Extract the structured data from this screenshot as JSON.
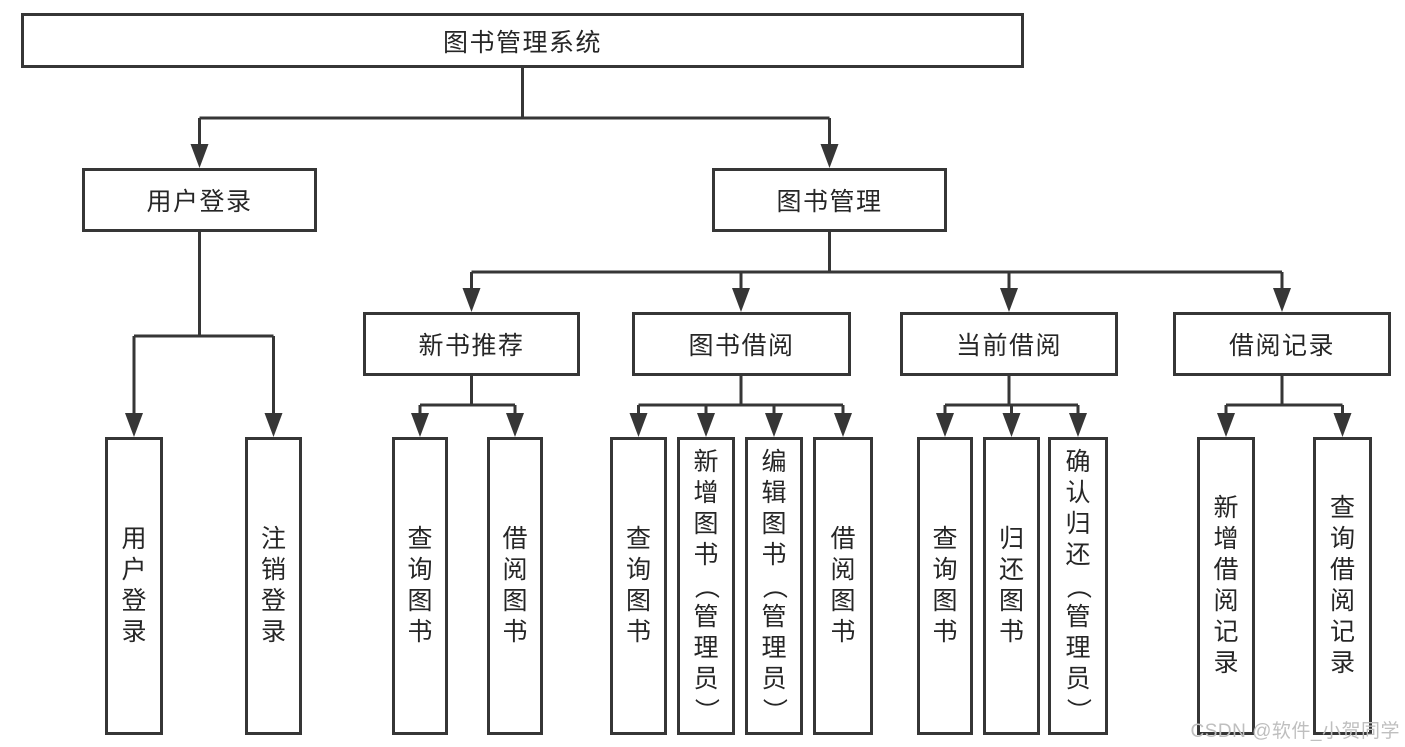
{
  "tree": {
    "label": "图书管理系统",
    "children": [
      {
        "label": "用户登录",
        "children": [
          {
            "label": "用户登录"
          },
          {
            "label": "注销登录"
          }
        ]
      },
      {
        "label": "图书管理",
        "children": [
          {
            "label": "新书推荐",
            "children": [
              {
                "label": "查询图书"
              },
              {
                "label": "借阅图书"
              }
            ]
          },
          {
            "label": "图书借阅",
            "children": [
              {
                "label": "查询图书"
              },
              {
                "label": "新增图书（管理员）"
              },
              {
                "label": "编辑图书（管理员）"
              },
              {
                "label": "借阅图书"
              }
            ]
          },
          {
            "label": "当前借阅",
            "children": [
              {
                "label": "查询图书"
              },
              {
                "label": "归还图书"
              },
              {
                "label": "确认归还（管理员）"
              }
            ]
          },
          {
            "label": "借阅记录",
            "children": [
              {
                "label": "新增借阅记录"
              },
              {
                "label": "查询借阅记录"
              }
            ]
          }
        ]
      }
    ]
  },
  "watermark": {
    "text": "CSDN @软件_小贺同学"
  },
  "colors": {
    "line": "#363636",
    "box_border": "#363636",
    "text": "#262626",
    "watermark": "#bfbfbf",
    "background": "#ffffff"
  }
}
